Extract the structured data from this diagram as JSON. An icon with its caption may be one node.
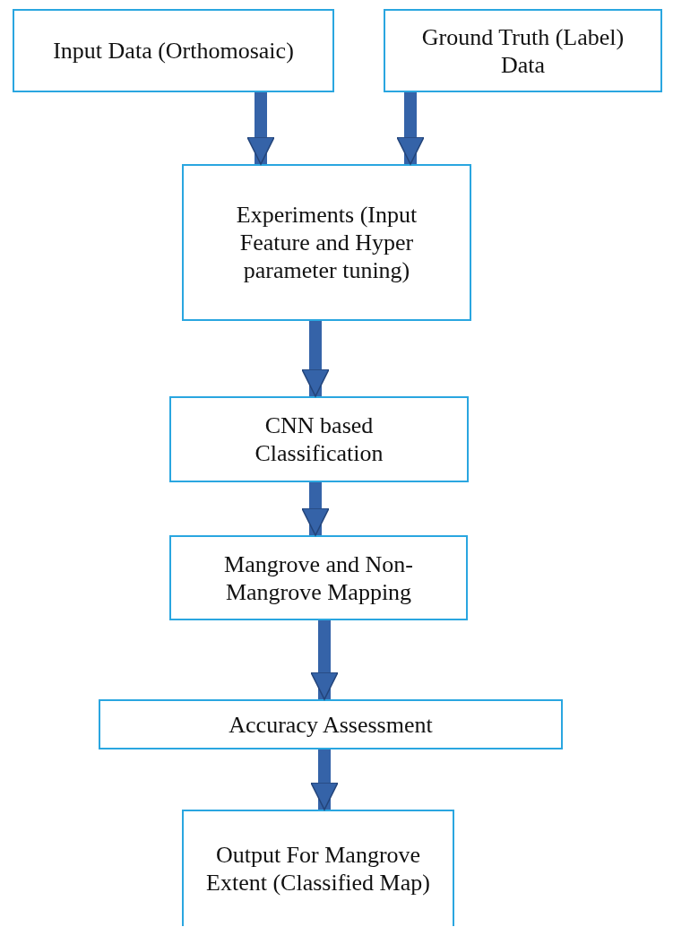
{
  "diagram": {
    "nodes": [
      {
        "text": [
          "Input Data (Orthomosaic)"
        ]
      },
      {
        "text": [
          "Ground Truth (Label) Data"
        ]
      },
      {
        "text": [
          "Experiments (Input Feature and Hyper parameter tuning)"
        ]
      },
      {
        "text": [
          "CNN based Classification"
        ]
      },
      {
        "text": [
          "Mangrove and Non-Mangrove Mapping"
        ]
      },
      {
        "text": [
          "Accuracy Assessment"
        ]
      },
      {
        "text": [
          "Output For Mangrove Extent (Classified Map)"
        ]
      }
    ],
    "edges": [
      {
        "from": 0,
        "to": 2,
        "arrow": "to"
      },
      {
        "from": 1,
        "to": 2,
        "arrow": "to"
      },
      {
        "from": 2,
        "to": 3,
        "arrow": "to"
      },
      {
        "from": 3,
        "to": 4,
        "arrow": "to"
      },
      {
        "from": 4,
        "to": 5,
        "arrow": "to"
      },
      {
        "from": 5,
        "to": 6,
        "arrow": "to"
      }
    ]
  }
}
